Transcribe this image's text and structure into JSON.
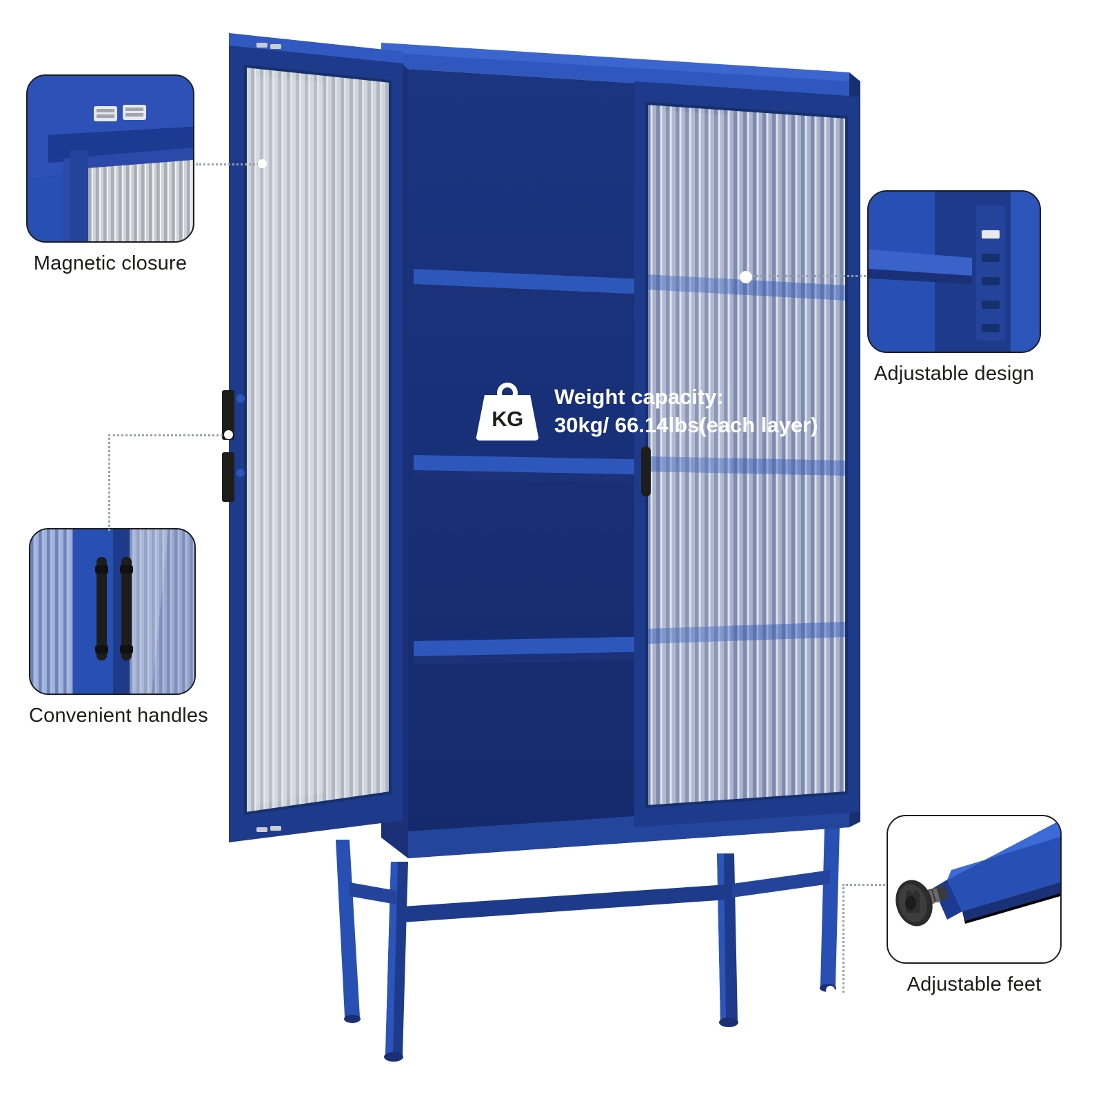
{
  "product": {
    "name": "fluted-glass-door-storage-cabinet",
    "body_color": "#1e3a8a",
    "body_color_light": "#2850b4",
    "body_color_dark": "#14266b",
    "glass_color": "#c9ccd1",
    "hardware_color": "#1d1d1b"
  },
  "overlay": {
    "weight_icon": "kg-weight-icon",
    "weight_icon_text": "KG",
    "line1": "Weight capacity:",
    "line2": "30kg/ 66.14lbs(each layer)"
  },
  "callouts": [
    {
      "id": "magnetic-closure",
      "label": "Magnetic closure",
      "inset": "cabinet-door-top-magnet-strips"
    },
    {
      "id": "convenient-handles",
      "label": "Convenient handles",
      "inset": "two-black-bar-handles-on-fluted-glass"
    },
    {
      "id": "adjustable-design",
      "label": "Adjustable design",
      "inset": "shelf-pin-holes-bracket"
    },
    {
      "id": "adjustable-feet",
      "label": "Adjustable feet",
      "inset": "threaded-leveling-foot-on-blue-leg"
    }
  ]
}
